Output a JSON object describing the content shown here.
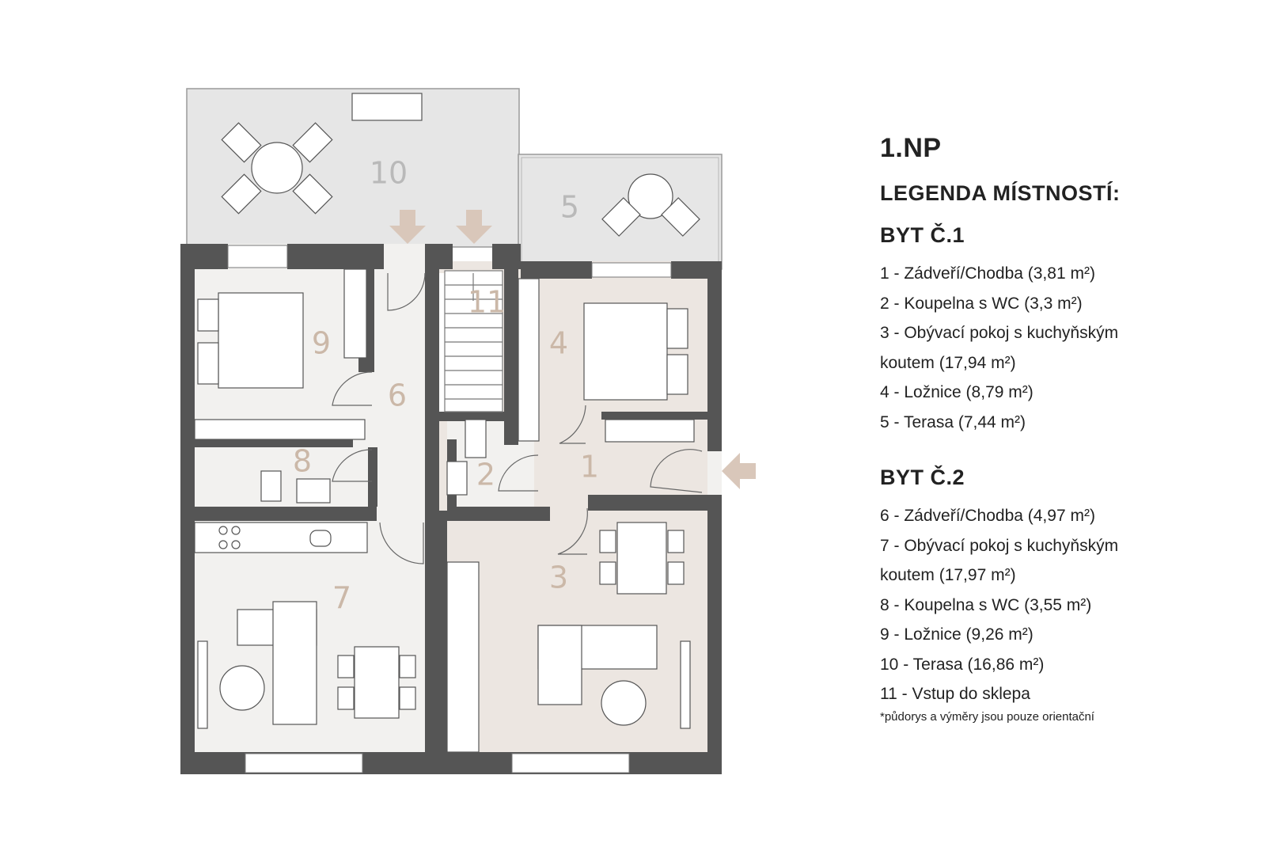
{
  "floor_title": "1.NP",
  "legend_title": "LEGENDA MÍSTNOSTÍ:",
  "apartments": [
    {
      "title": "BYT Č.1",
      "rooms": [
        "1 - Zádveří/Chodba (3,81 m²)",
        "2 - Koupelna s WC (3,3 m²)",
        "3 - Obývací pokoj s kuchyňským",
        "koutem (17,94 m²)",
        "4 - Ložnice (8,79 m²)",
        "5 - Terasa (7,44 m²)"
      ]
    },
    {
      "title": "BYT Č.2",
      "rooms": [
        "6 - Zádveří/Chodba (4,97 m²)",
        "7 - Obývací pokoj s kuchyňským",
        "koutem (17,97 m²)",
        "8 - Koupelna s WC (3,55 m²)",
        "9 - Ložnice (9,26 m²)",
        "10 - Terasa (16,86 m²)",
        "11 - Vstup do sklepa"
      ]
    }
  ],
  "note": "*půdorys a výměry jsou pouze orientační",
  "room_numbers": [
    "1",
    "2",
    "3",
    "4",
    "5",
    "6",
    "7",
    "8",
    "9",
    "10",
    "11"
  ],
  "colors": {
    "wall": "#555555",
    "floor_apt1": "#ece6e1",
    "floor_apt2": "#f2f1ef",
    "terrace": "#e6e6e6",
    "number": "#cbb8a8",
    "arrow": "#d9c7ba"
  }
}
